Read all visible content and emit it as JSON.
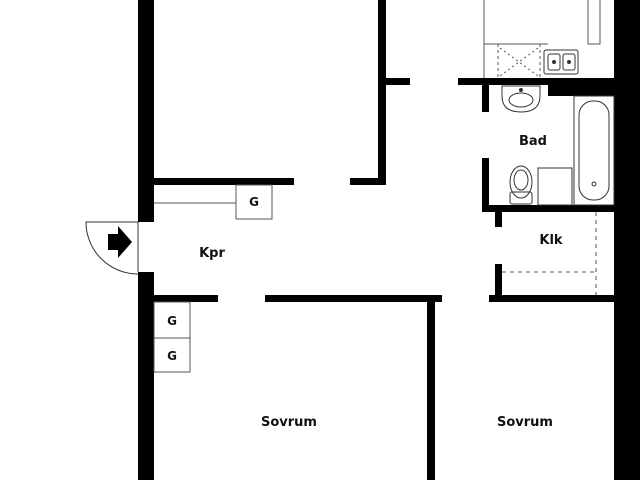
{
  "plan": {
    "rooms": {
      "hall": "Kpr",
      "bathroom": "Bad",
      "closet": "Klk",
      "bedroom_left": "Sovrum",
      "bedroom_right": "Sovrum"
    },
    "wardrobes": {
      "hall": "G",
      "bedroom_upper": "G",
      "bedroom_lower": "G"
    },
    "colors": {
      "wall": "#000000",
      "fixture_line": "#555555",
      "background": "#ffffff"
    }
  }
}
